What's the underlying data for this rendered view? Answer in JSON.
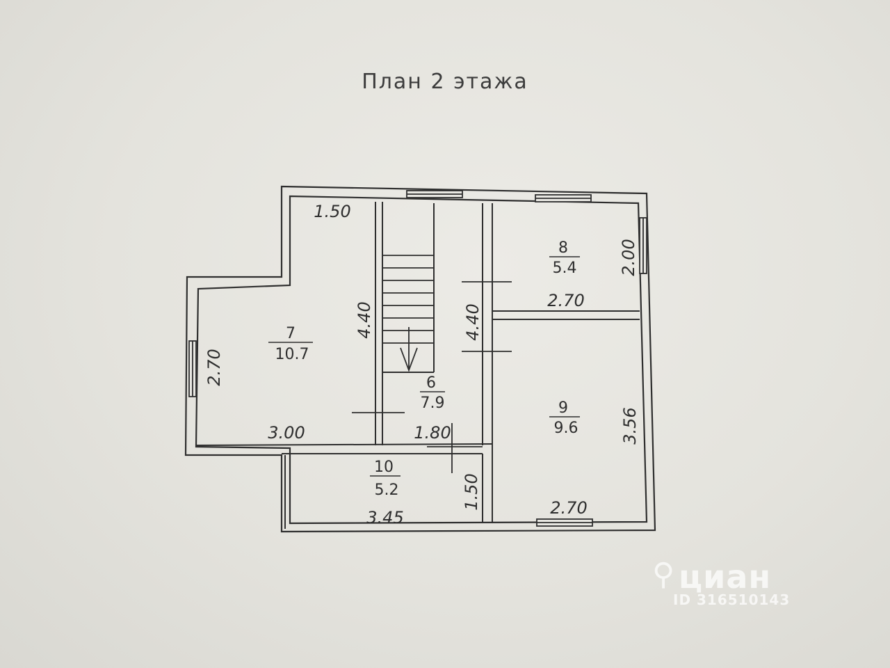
{
  "plan": {
    "title": "План 2 этажа",
    "rooms": [
      {
        "number": "7",
        "area": "10.7"
      },
      {
        "number": "6",
        "area": "7.9"
      },
      {
        "number": "8",
        "area": "5.4"
      },
      {
        "number": "9",
        "area": "9.6"
      },
      {
        "number": "10",
        "area": "5.2"
      }
    ],
    "dimensions": {
      "top_left_width": "1.50",
      "room7_height": "2.70",
      "room7_width": "3.00",
      "stair_left_height": "4.40",
      "stair_right_height": "4.40",
      "room6_width": "1.80",
      "room8_height": "2.00",
      "room8_width": "2.70",
      "room9_height": "3.56",
      "room9_width": "2.70",
      "room10_width": "3.45",
      "room10_height": "1.50"
    }
  },
  "watermark": {
    "brand": "циан",
    "id": "ID 316510143",
    "logo_icon": "location-pin-icon"
  },
  "colors": {
    "ink": "#2e2e2e",
    "paper": "#e8e7e2"
  }
}
